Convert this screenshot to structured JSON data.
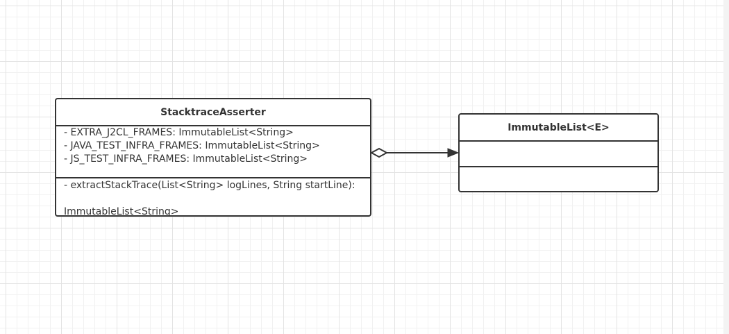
{
  "diagram": {
    "classes": [
      {
        "name": "StacktraceAsserter",
        "attributes": [
          "- EXTRA_J2CL_FRAMES: ImmutableList<String>",
          "- JAVA_TEST_INFRA_FRAMES: ImmutableList<String>",
          "- JS_TEST_INFRA_FRAMES: ImmutableList<String>"
        ],
        "operations": [
          "- extractStackTrace(List<String> logLines, String startLine):",
          "",
          "ImmutableList<String>"
        ]
      },
      {
        "name": "ImmutableList<E>",
        "attributes": [],
        "operations": []
      }
    ],
    "relationship": {
      "type": "aggregation",
      "from": "StacktraceAsserter",
      "to": "ImmutableList<E>",
      "line_color": "#333333"
    }
  }
}
